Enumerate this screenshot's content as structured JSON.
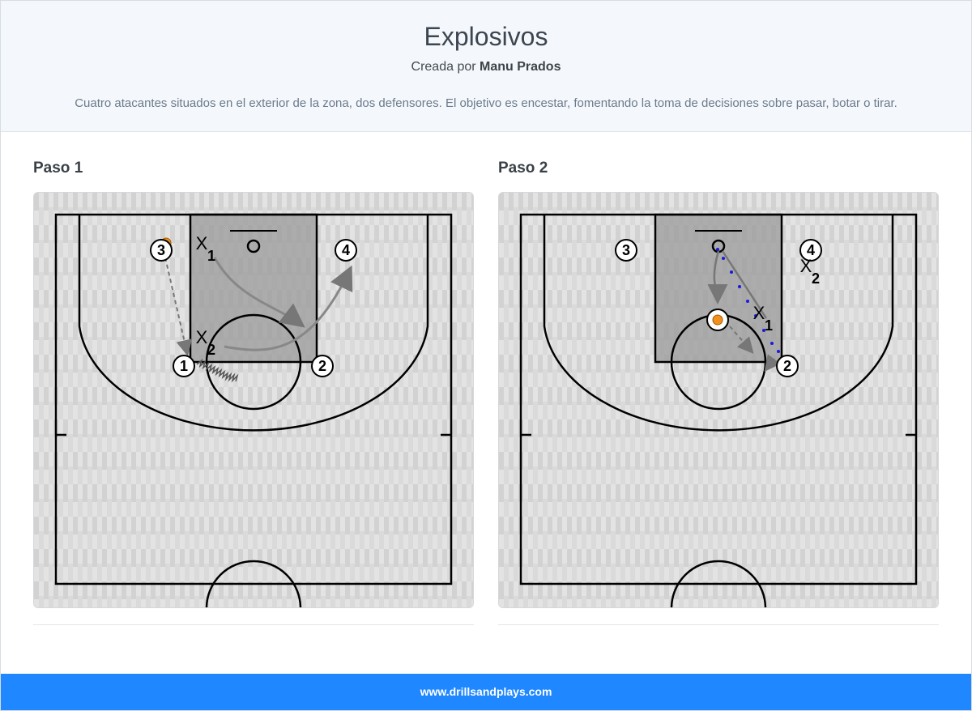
{
  "header": {
    "title": "Explosivos",
    "author_prefix": "Creada por",
    "author_name": "Manu Prados",
    "description": "Cuatro atacantes situados en el exterior de la zona, dos defensores. El objetivo es encestar, fomentando la toma de decisiones sobre pasar, botar o tirar."
  },
  "steps": [
    {
      "title": "Paso 1",
      "attackers": [
        "1",
        "2",
        "3",
        "4"
      ],
      "defenders": [
        {
          "label": "X",
          "sub": "1"
        },
        {
          "label": "X",
          "sub": "2"
        }
      ]
    },
    {
      "title": "Paso 2",
      "attackers": [
        "2",
        "3",
        "4"
      ],
      "defenders": [
        {
          "label": "X",
          "sub": "1"
        },
        {
          "label": "X",
          "sub": "2"
        }
      ]
    }
  ],
  "footer": {
    "text": "www.drillsandplays.com"
  },
  "colors": {
    "footer_bg": "#1f87ff",
    "header_bg": "#f4f8fc",
    "ball": "#f0901e",
    "screen_dots": "#1a1adf"
  }
}
